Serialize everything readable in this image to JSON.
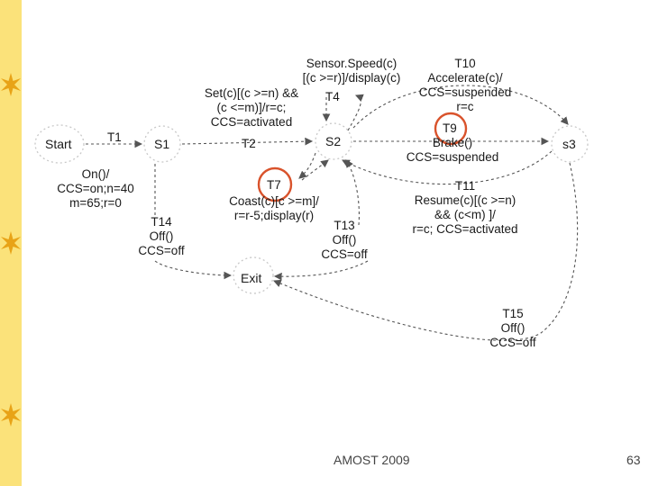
{
  "states": {
    "start": "Start",
    "s1": "S1",
    "s2": "S2",
    "s3": "s3",
    "exit": "Exit"
  },
  "transitions": {
    "t1": {
      "id": "T1",
      "lines": [
        "On()/",
        "CCS=on;n=40",
        "m=65;r=0"
      ]
    },
    "t2": {
      "id": "T2",
      "lines": [
        "Set(c)[(c >=n) &&",
        "(c <=m)]/r=c;",
        "CCS=activated"
      ]
    },
    "t4": {
      "id": "T4",
      "lines": [
        "Sensor.Speed(c)",
        "[(c >=r)]/display(c)"
      ]
    },
    "t7": {
      "id": "T7",
      "lines": [
        "Coast(c)[c >=m]/",
        "r=r-5;display(r)"
      ]
    },
    "t9": {
      "id": "T9",
      "lines": [
        "Brake()",
        "CCS=suspended"
      ]
    },
    "t10": {
      "id": "T10",
      "lines": [
        "Accelerate(c)/",
        "CCS=suspended",
        "r=c"
      ]
    },
    "t11": {
      "id": "T11",
      "lines": [
        "Resume(c)[(c >=n)",
        "&& (c<m) ]/",
        "r=c; CCS=activated"
      ]
    },
    "t13": {
      "id": "T13",
      "lines": [
        "Off()",
        "CCS=off"
      ]
    },
    "t14": {
      "id": "T14",
      "lines": [
        "Off()",
        "CCS=off"
      ]
    },
    "t15": {
      "id": "T15",
      "lines": [
        "Off()",
        "CCS=off"
      ]
    }
  },
  "colors": {
    "highlight": "#d9532c",
    "sidebar": "#fbe27a",
    "star": "#e8a317",
    "line": "#555555"
  },
  "footer": {
    "caption": "AMOST 2009",
    "page": "63"
  }
}
